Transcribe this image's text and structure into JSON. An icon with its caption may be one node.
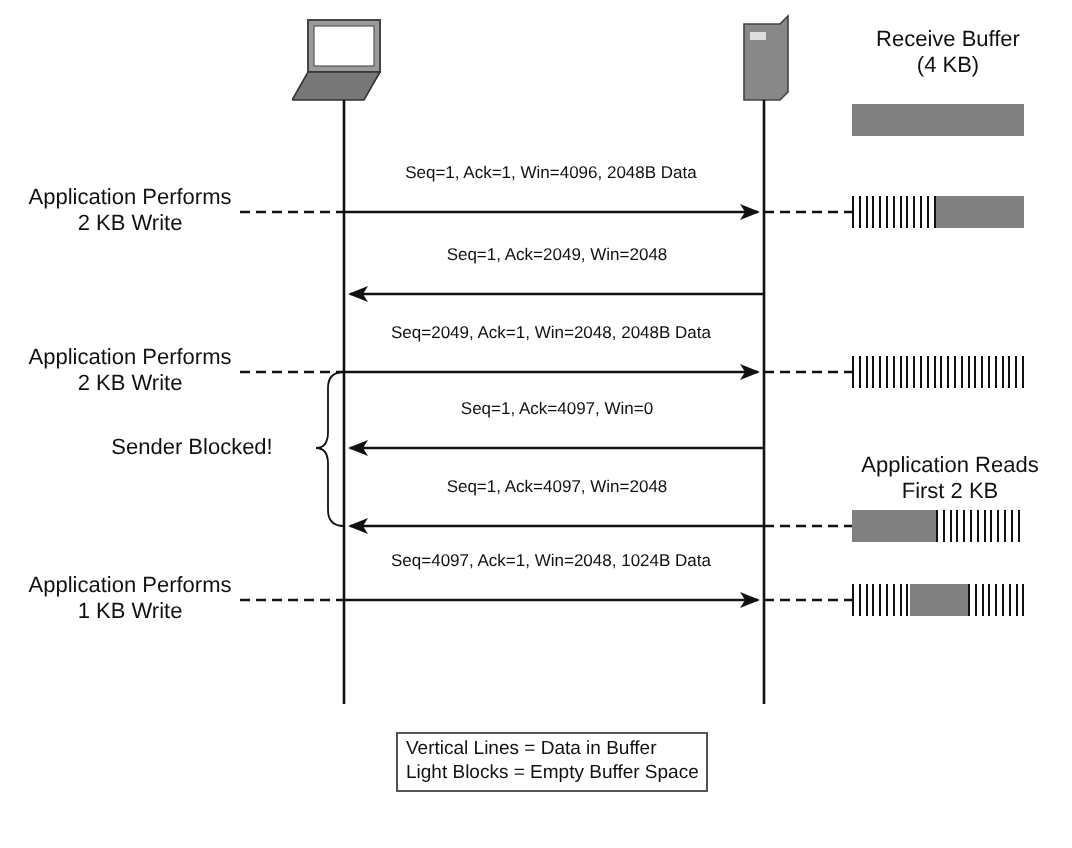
{
  "diagram": {
    "nodes": [
      {
        "text": [],
        "shape": "picture"
      },
      {
        "text": [],
        "shape": "picture"
      },
      {
        "text": [
          "Application Performs 2 KB Write"
        ]
      },
      {
        "text": [
          "Application Performs 2 KB Write"
        ]
      },
      {
        "text": [
          "Application Performs 1 KB Write"
        ]
      },
      {
        "text": [],
        "shape": "bar"
      },
      {
        "text": [],
        "shape": "bar"
      },
      {
        "text": [],
        "shape": "bar"
      },
      {
        "text": [],
        "shape": "bar",
        "beside": [
          "Application Reads First 2 KB"
        ]
      },
      {
        "text": [],
        "shape": "bar"
      }
    ],
    "edges": [
      {
        "from": 2,
        "to": 0,
        "arrow": "none",
        "style": "dashed"
      },
      {
        "from": 0,
        "to": 1,
        "arrow": "to",
        "label": "Seq=1, Ack=1, Win=4096, 2048B Data"
      },
      {
        "from": 1,
        "to": 6,
        "arrow": "none",
        "style": "dashed"
      },
      {
        "from": 1,
        "to": 0,
        "arrow": "to",
        "label": "Seq=1, Ack=2049, Win=2048"
      },
      {
        "from": 3,
        "to": 0,
        "arrow": "none",
        "style": "dashed"
      },
      {
        "from": 0,
        "to": 1,
        "arrow": "to",
        "label": "Seq=2049, Ack=1, Win=2048, 2048B Data"
      },
      {
        "from": 1,
        "to": 7,
        "arrow": "none",
        "style": "dashed"
      },
      {
        "from": 1,
        "to": 0,
        "arrow": "to",
        "label": "Seq=1, Ack=4097, Win=0"
      },
      {
        "from": 1,
        "to": 0,
        "arrow": "to",
        "label": "Seq=1, Ack=4097, Win=2048"
      },
      {
        "from": 1,
        "to": 8,
        "arrow": "none",
        "style": "dashed"
      },
      {
        "from": 4,
        "to": 0,
        "arrow": "none",
        "style": "dashed"
      },
      {
        "from": 0,
        "to": 1,
        "arrow": "to",
        "label": "Seq=4097, Ack=1, Win=2048, 1024B Data"
      },
      {
        "from": 1,
        "to": 9,
        "arrow": "none",
        "style": "dashed"
      }
    ],
    "labels": [
      "Receive Buffer (4 KB)",
      "Sender Blocked!"
    ],
    "legend": [
      {
        "text": "Vertical Lines = Data in Buffer"
      },
      {
        "text": "Light Blocks = Empty Buffer Space"
      }
    ]
  }
}
